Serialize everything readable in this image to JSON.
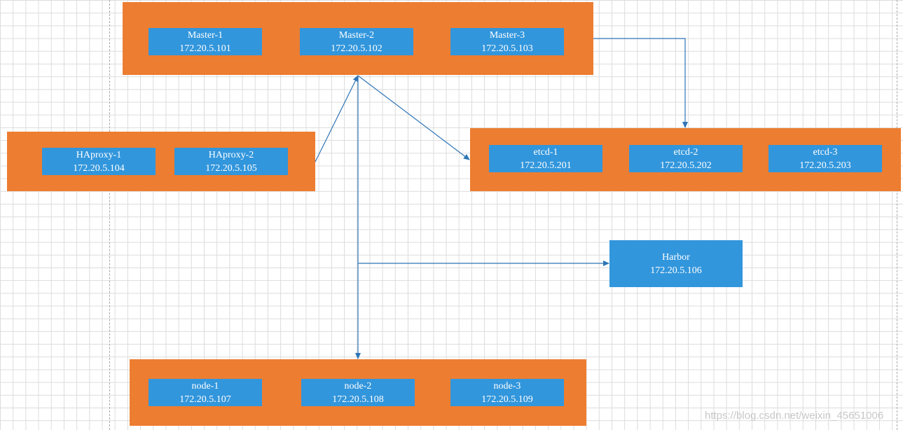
{
  "groups": {
    "masters": {
      "nodes": [
        {
          "name": "Master-1",
          "ip": "172.20.5.101"
        },
        {
          "name": "Master-2",
          "ip": "172.20.5.102"
        },
        {
          "name": "Master-3",
          "ip": "172.20.5.103"
        }
      ]
    },
    "haproxy": {
      "nodes": [
        {
          "name": "HAproxy-1",
          "ip": "172.20.5.104"
        },
        {
          "name": "HAproxy-2",
          "ip": "172.20.5.105"
        }
      ]
    },
    "etcd": {
      "nodes": [
        {
          "name": "etcd-1",
          "ip": "172.20.5.201"
        },
        {
          "name": "etcd-2",
          "ip": "172.20.5.202"
        },
        {
          "name": "etcd-3",
          "ip": "172.20.5.203"
        }
      ]
    },
    "workers": {
      "nodes": [
        {
          "name": "node-1",
          "ip": "172.20.5.107"
        },
        {
          "name": "node-2",
          "ip": "172.20.5.108"
        },
        {
          "name": "node-3",
          "ip": "172.20.5.109"
        }
      ]
    }
  },
  "harbor": {
    "name": "Harbor",
    "ip": "172.20.5.106"
  },
  "watermark": "https://blog.csdn.net/weixin_45651006",
  "colors": {
    "group_fill": "#ed7d31",
    "node_fill": "#3296dc",
    "connector": "#2e75b6",
    "grid": "#dcdcdc"
  }
}
